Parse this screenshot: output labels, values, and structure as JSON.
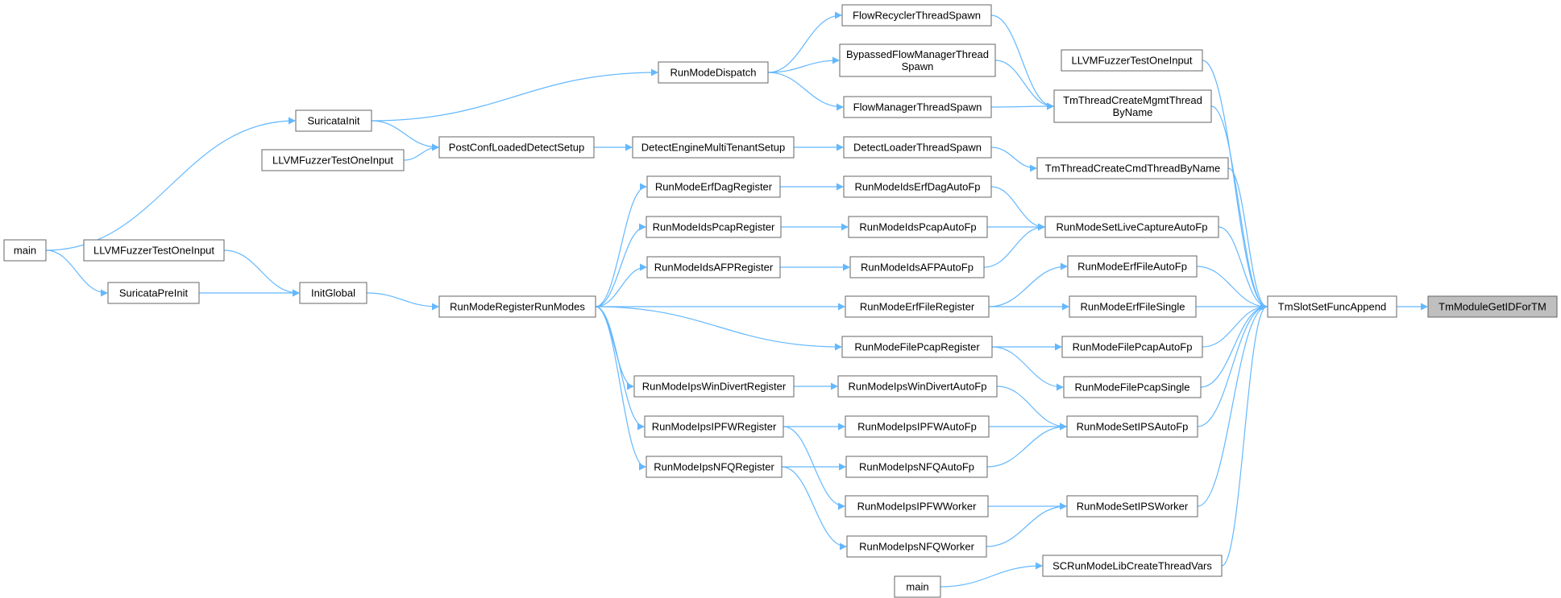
{
  "colors": {
    "edge": "#63b8ff",
    "node_border": "#666666",
    "root_fill": "#bfbfbf",
    "node_fill": "#ffffff"
  },
  "nodes": {
    "tmModuleGetIDForTM": {
      "label": [
        "TmModuleGetIDForTM"
      ]
    },
    "tmSlotSetFuncAppend": {
      "label": [
        "TmSlotSetFuncAppend"
      ]
    },
    "llvmFuzzerTestOneInput_a": {
      "label": [
        "LLVMFuzzerTestOneInput"
      ]
    },
    "tmThreadCreateMgmtThreadByName": {
      "label": [
        "TmThreadCreateMgmtThread",
        "ByName"
      ]
    },
    "tmThreadCreateCmdThreadByName": {
      "label": [
        "TmThreadCreateCmdThreadByName"
      ]
    },
    "runModeSetLiveCaptureAutoFp": {
      "label": [
        "RunModeSetLiveCaptureAutoFp"
      ]
    },
    "runModeErfFileAutoFp": {
      "label": [
        "RunModeErfFileAutoFp"
      ]
    },
    "runModeErfFileSingle": {
      "label": [
        "RunModeErfFileSingle"
      ]
    },
    "runModeFilePcapAutoFp": {
      "label": [
        "RunModeFilePcapAutoFp"
      ]
    },
    "runModeFilePcapSingle": {
      "label": [
        "RunModeFilePcapSingle"
      ]
    },
    "runModeSetIPSAutoFp": {
      "label": [
        "RunModeSetIPSAutoFp"
      ]
    },
    "runModeSetIPSWorker": {
      "label": [
        "RunModeSetIPSWorker"
      ]
    },
    "scRunModeLibCreateThreadVars": {
      "label": [
        "SCRunModeLibCreateThreadVars"
      ]
    },
    "flowRecyclerThreadSpawn": {
      "label": [
        "FlowRecyclerThreadSpawn"
      ]
    },
    "bypassedFlowManagerThreadSpawn": {
      "label": [
        "BypassedFlowManagerThread",
        "Spawn"
      ]
    },
    "flowManagerThreadSpawn": {
      "label": [
        "FlowManagerThreadSpawn"
      ]
    },
    "detectLoaderThreadSpawn": {
      "label": [
        "DetectLoaderThreadSpawn"
      ]
    },
    "runModeIdsErfDagAutoFp": {
      "label": [
        "RunModeIdsErfDagAutoFp"
      ]
    },
    "runModeIdsPcapAutoFp": {
      "label": [
        "RunModeIdsPcapAutoFp"
      ]
    },
    "runModeIdsAFPAutoFp": {
      "label": [
        "RunModeIdsAFPAutoFp"
      ]
    },
    "runModeErfFileRegister": {
      "label": [
        "RunModeErfFileRegister"
      ]
    },
    "runModeFilePcapRegister": {
      "label": [
        "RunModeFilePcapRegister"
      ]
    },
    "runModeIpsWinDivertAutoFp": {
      "label": [
        "RunModeIpsWinDivertAutoFp"
      ]
    },
    "runModeIpsIPFWAutoFp": {
      "label": [
        "RunModeIpsIPFWAutoFp"
      ]
    },
    "runModeIpsNFQAutoFp": {
      "label": [
        "RunModeIpsNFQAutoFp"
      ]
    },
    "runModeIpsIPFWWorker": {
      "label": [
        "RunModeIpsIPFWWorker"
      ]
    },
    "runModeIpsNFQWorker": {
      "label": [
        "RunModeIpsNFQWorker"
      ]
    },
    "main_b": {
      "label": [
        "main"
      ]
    },
    "runModeDispatch": {
      "label": [
        "RunModeDispatch"
      ]
    },
    "detectEngineMultiTenantSetup": {
      "label": [
        "DetectEngineMultiTenantSetup"
      ]
    },
    "runModeErfDagRegister": {
      "label": [
        "RunModeErfDagRegister"
      ]
    },
    "runModeIdsPcapRegister": {
      "label": [
        "RunModeIdsPcapRegister"
      ]
    },
    "runModeIdsAFPRegister": {
      "label": [
        "RunModeIdsAFPRegister"
      ]
    },
    "runModeIpsWinDivertRegister": {
      "label": [
        "RunModeIpsWinDivertRegister"
      ]
    },
    "runModeIpsIPFWRegister": {
      "label": [
        "RunModeIpsIPFWRegister"
      ]
    },
    "runModeIpsNFQRegister": {
      "label": [
        "RunModeIpsNFQRegister"
      ]
    },
    "postConfLoadedDetectSetup": {
      "label": [
        "PostConfLoadedDetectSetup"
      ]
    },
    "runModeRegisterRunModes": {
      "label": [
        "RunModeRegisterRunModes"
      ]
    },
    "suricataInit": {
      "label": [
        "SuricataInit"
      ]
    },
    "llvmFuzzerTestOneInput_b": {
      "label": [
        "LLVMFuzzerTestOneInput"
      ]
    },
    "initGlobal": {
      "label": [
        "InitGlobal"
      ]
    },
    "llvmFuzzerTestOneInput_c": {
      "label": [
        "LLVMFuzzerTestOneInput"
      ]
    },
    "suricataPreInit": {
      "label": [
        "SuricataPreInit"
      ]
    },
    "main_a": {
      "label": [
        "main"
      ]
    }
  },
  "edges": [
    [
      "tmModuleGetIDForTM",
      "tmSlotSetFuncAppend"
    ],
    [
      "tmSlotSetFuncAppend",
      "llvmFuzzerTestOneInput_a"
    ],
    [
      "tmSlotSetFuncAppend",
      "tmThreadCreateMgmtThreadByName"
    ],
    [
      "tmSlotSetFuncAppend",
      "tmThreadCreateCmdThreadByName"
    ],
    [
      "tmSlotSetFuncAppend",
      "runModeSetLiveCaptureAutoFp"
    ],
    [
      "tmSlotSetFuncAppend",
      "runModeErfFileAutoFp"
    ],
    [
      "tmSlotSetFuncAppend",
      "runModeErfFileSingle"
    ],
    [
      "tmSlotSetFuncAppend",
      "runModeFilePcapAutoFp"
    ],
    [
      "tmSlotSetFuncAppend",
      "runModeFilePcapSingle"
    ],
    [
      "tmSlotSetFuncAppend",
      "runModeSetIPSAutoFp"
    ],
    [
      "tmSlotSetFuncAppend",
      "runModeSetIPSWorker"
    ],
    [
      "tmSlotSetFuncAppend",
      "scRunModeLibCreateThreadVars"
    ],
    [
      "tmThreadCreateMgmtThreadByName",
      "flowRecyclerThreadSpawn"
    ],
    [
      "tmThreadCreateMgmtThreadByName",
      "bypassedFlowManagerThreadSpawn"
    ],
    [
      "tmThreadCreateMgmtThreadByName",
      "flowManagerThreadSpawn"
    ],
    [
      "tmThreadCreateCmdThreadByName",
      "detectLoaderThreadSpawn"
    ],
    [
      "runModeSetLiveCaptureAutoFp",
      "runModeIdsErfDagAutoFp"
    ],
    [
      "runModeSetLiveCaptureAutoFp",
      "runModeIdsPcapAutoFp"
    ],
    [
      "runModeSetLiveCaptureAutoFp",
      "runModeIdsAFPAutoFp"
    ],
    [
      "runModeErfFileAutoFp",
      "runModeErfFileRegister"
    ],
    [
      "runModeErfFileSingle",
      "runModeErfFileRegister"
    ],
    [
      "runModeFilePcapAutoFp",
      "runModeFilePcapRegister"
    ],
    [
      "runModeFilePcapSingle",
      "runModeFilePcapRegister"
    ],
    [
      "runModeSetIPSAutoFp",
      "runModeIpsWinDivertAutoFp"
    ],
    [
      "runModeSetIPSAutoFp",
      "runModeIpsIPFWAutoFp"
    ],
    [
      "runModeSetIPSAutoFp",
      "runModeIpsNFQAutoFp"
    ],
    [
      "runModeSetIPSWorker",
      "runModeIpsIPFWWorker"
    ],
    [
      "runModeSetIPSWorker",
      "runModeIpsNFQWorker"
    ],
    [
      "scRunModeLibCreateThreadVars",
      "main_b"
    ],
    [
      "flowRecyclerThreadSpawn",
      "runModeDispatch"
    ],
    [
      "bypassedFlowManagerThreadSpawn",
      "runModeDispatch"
    ],
    [
      "flowManagerThreadSpawn",
      "runModeDispatch"
    ],
    [
      "detectLoaderThreadSpawn",
      "detectEngineMultiTenantSetup"
    ],
    [
      "runModeIdsErfDagAutoFp",
      "runModeErfDagRegister"
    ],
    [
      "runModeIdsPcapAutoFp",
      "runModeIdsPcapRegister"
    ],
    [
      "runModeIdsAFPAutoFp",
      "runModeIdsAFPRegister"
    ],
    [
      "runModeErfFileRegister",
      "runModeRegisterRunModes"
    ],
    [
      "runModeFilePcapRegister",
      "runModeRegisterRunModes"
    ],
    [
      "runModeIpsWinDivertAutoFp",
      "runModeIpsWinDivertRegister"
    ],
    [
      "runModeIpsIPFWAutoFp",
      "runModeIpsIPFWRegister"
    ],
    [
      "runModeIpsNFQAutoFp",
      "runModeIpsNFQRegister"
    ],
    [
      "runModeIpsIPFWWorker",
      "runModeIpsIPFWRegister"
    ],
    [
      "runModeIpsNFQWorker",
      "runModeIpsNFQRegister"
    ],
    [
      "runModeDispatch",
      "suricataInit"
    ],
    [
      "detectEngineMultiTenantSetup",
      "postConfLoadedDetectSetup"
    ],
    [
      "runModeErfDagRegister",
      "runModeRegisterRunModes"
    ],
    [
      "runModeIdsPcapRegister",
      "runModeRegisterRunModes"
    ],
    [
      "runModeIdsAFPRegister",
      "runModeRegisterRunModes"
    ],
    [
      "runModeIpsWinDivertRegister",
      "runModeRegisterRunModes"
    ],
    [
      "runModeIpsIPFWRegister",
      "runModeRegisterRunModes"
    ],
    [
      "runModeIpsNFQRegister",
      "runModeRegisterRunModes"
    ],
    [
      "postConfLoadedDetectSetup",
      "suricataInit"
    ],
    [
      "postConfLoadedDetectSetup",
      "llvmFuzzerTestOneInput_b"
    ],
    [
      "runModeRegisterRunModes",
      "initGlobal"
    ],
    [
      "suricataInit",
      "main_a"
    ],
    [
      "initGlobal",
      "llvmFuzzerTestOneInput_c"
    ],
    [
      "initGlobal",
      "suricataPreInit"
    ],
    [
      "suricataPreInit",
      "main_a"
    ]
  ]
}
